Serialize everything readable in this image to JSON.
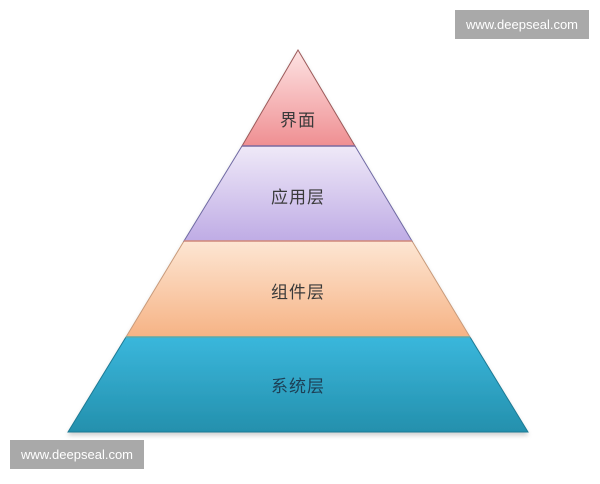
{
  "pyramid": {
    "layers": [
      {
        "label": "界面",
        "color_top": "#fbd0d0",
        "color_bottom": "#ef8f92",
        "stroke": "#b06666"
      },
      {
        "label": "应用层",
        "color_top": "#ece6f7",
        "color_bottom": "#c0aee6",
        "stroke": "#6f6aa3"
      },
      {
        "label": "组件层",
        "color_top": "#fde2cc",
        "color_bottom": "#f6b788",
        "stroke": "#c89a7a"
      },
      {
        "label": "系统层",
        "color_top": "#3cb6d9",
        "color_bottom": "#2692b0",
        "stroke": "#1f7a94"
      }
    ]
  },
  "watermarks": {
    "top_right": "www.deepseal.com",
    "bottom_left": "www.deepseal.com"
  }
}
